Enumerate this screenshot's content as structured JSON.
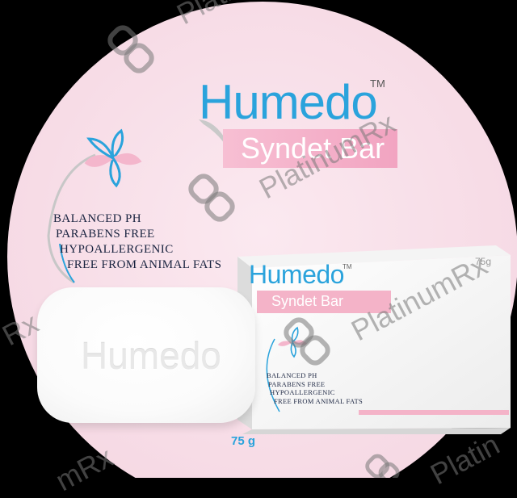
{
  "label": {
    "brand": "Humedo",
    "trademark": "TM",
    "subtitle": "Syndet Bar",
    "features": [
      "BALANCED PH",
      "PARABENS FREE",
      "HYPOALLERGENIC",
      "FREE FROM ANIMAL FATS"
    ],
    "net_weight": "75 g"
  },
  "soap_bar": {
    "embossed_text": "Humedo"
  },
  "box": {
    "brand": "Humedo",
    "trademark": "TM",
    "subtitle": "Syndet Bar",
    "weight": "75g",
    "features": [
      "BALANCED PH",
      "PARABENS FREE",
      "HYPOALLERGENIC",
      "FREE FROM ANIMAL FATS"
    ]
  },
  "watermarks": {
    "text_1": "Platin",
    "text_2": "PlatinumRx",
    "text_3": "PlatinumRx",
    "text_4": "Rx",
    "text_5": "Platin",
    "text_6": "mRx"
  },
  "colors": {
    "brand_blue": "#2aa3dc",
    "band_pink": "#f2a4c1",
    "label_background": "#f9e3eb",
    "background": "#000000"
  }
}
